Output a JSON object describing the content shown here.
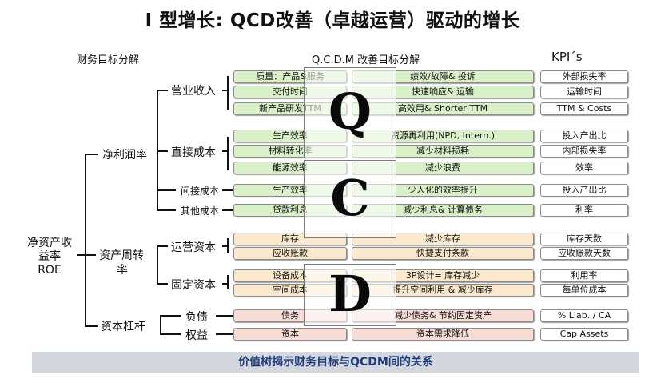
{
  "title": "I 型增长: QCD改善（卓越运营）驱动的增长",
  "headers": {
    "finance": "财务目标分解",
    "qcdm": "Q.C.D.M 改善目标分解",
    "kpi": "KPI´s"
  },
  "root": [
    "净资产收",
    "益率",
    "ROE"
  ],
  "level1": {
    "net_profit": "净利润率",
    "asset_turnover": "资产周转",
    "asset_turnover_2": "率",
    "leverage": "资本杠杆"
  },
  "level2": {
    "revenue": "营业收入",
    "direct_cost": "直接成本",
    "indirect_cost": "间接成本",
    "other_cost": "其他成本",
    "working_capital": "运营资本",
    "fixed_capital": "固定资本",
    "liability": "负债",
    "equity": "权益"
  },
  "rows": [
    {
      "left": "质量：产品&服务",
      "right": "绩效/故障& 投诉",
      "kpi": "外部损失率"
    },
    {
      "left": "交付时间",
      "right": "快速响应& 运输",
      "kpi": "运输时间"
    },
    {
      "left": "新产品研发TTM",
      "right": "高效用& Shorter TTM",
      "kpi": "TTM & Costs"
    },
    {
      "left": "生产效率",
      "right": "资源再利用(NPD, Intern.)",
      "kpi": "投入产出比"
    },
    {
      "left": "材料转化率",
      "right": "减少材料损耗",
      "kpi": "内部损失率"
    },
    {
      "left": "能源效率",
      "right": "减少浪费",
      "kpi": "效率"
    },
    {
      "left": "生产效率",
      "right": "少人化的效率提升",
      "kpi": "投入产出比"
    },
    {
      "left": "贷款利息",
      "right": "减少利息& 计算债务",
      "kpi": "利率"
    },
    {
      "left": "库存",
      "right": "减少库存",
      "kpi": "库存天数"
    },
    {
      "left": "应收账款",
      "right": "快捷支付条款",
      "kpi": "应收账款天数"
    },
    {
      "left": "设备成本",
      "right": "3P设计= 库存减少",
      "kpi": "利用率"
    },
    {
      "left": "空间成本",
      "right": "提升空间利用 & 减少库存",
      "kpi": "每单位成本"
    },
    {
      "left": "债务",
      "right": "减少债务& 节约固定资产",
      "kpi": "% Liab. / CA"
    },
    {
      "left": "资本",
      "right": "资本需求降低",
      "kpi": "Cap Assets"
    }
  ],
  "letters": {
    "q": "Q",
    "c": "C",
    "d": "D"
  },
  "footer": "价值树揭示财务目标与QCDM间的关系"
}
